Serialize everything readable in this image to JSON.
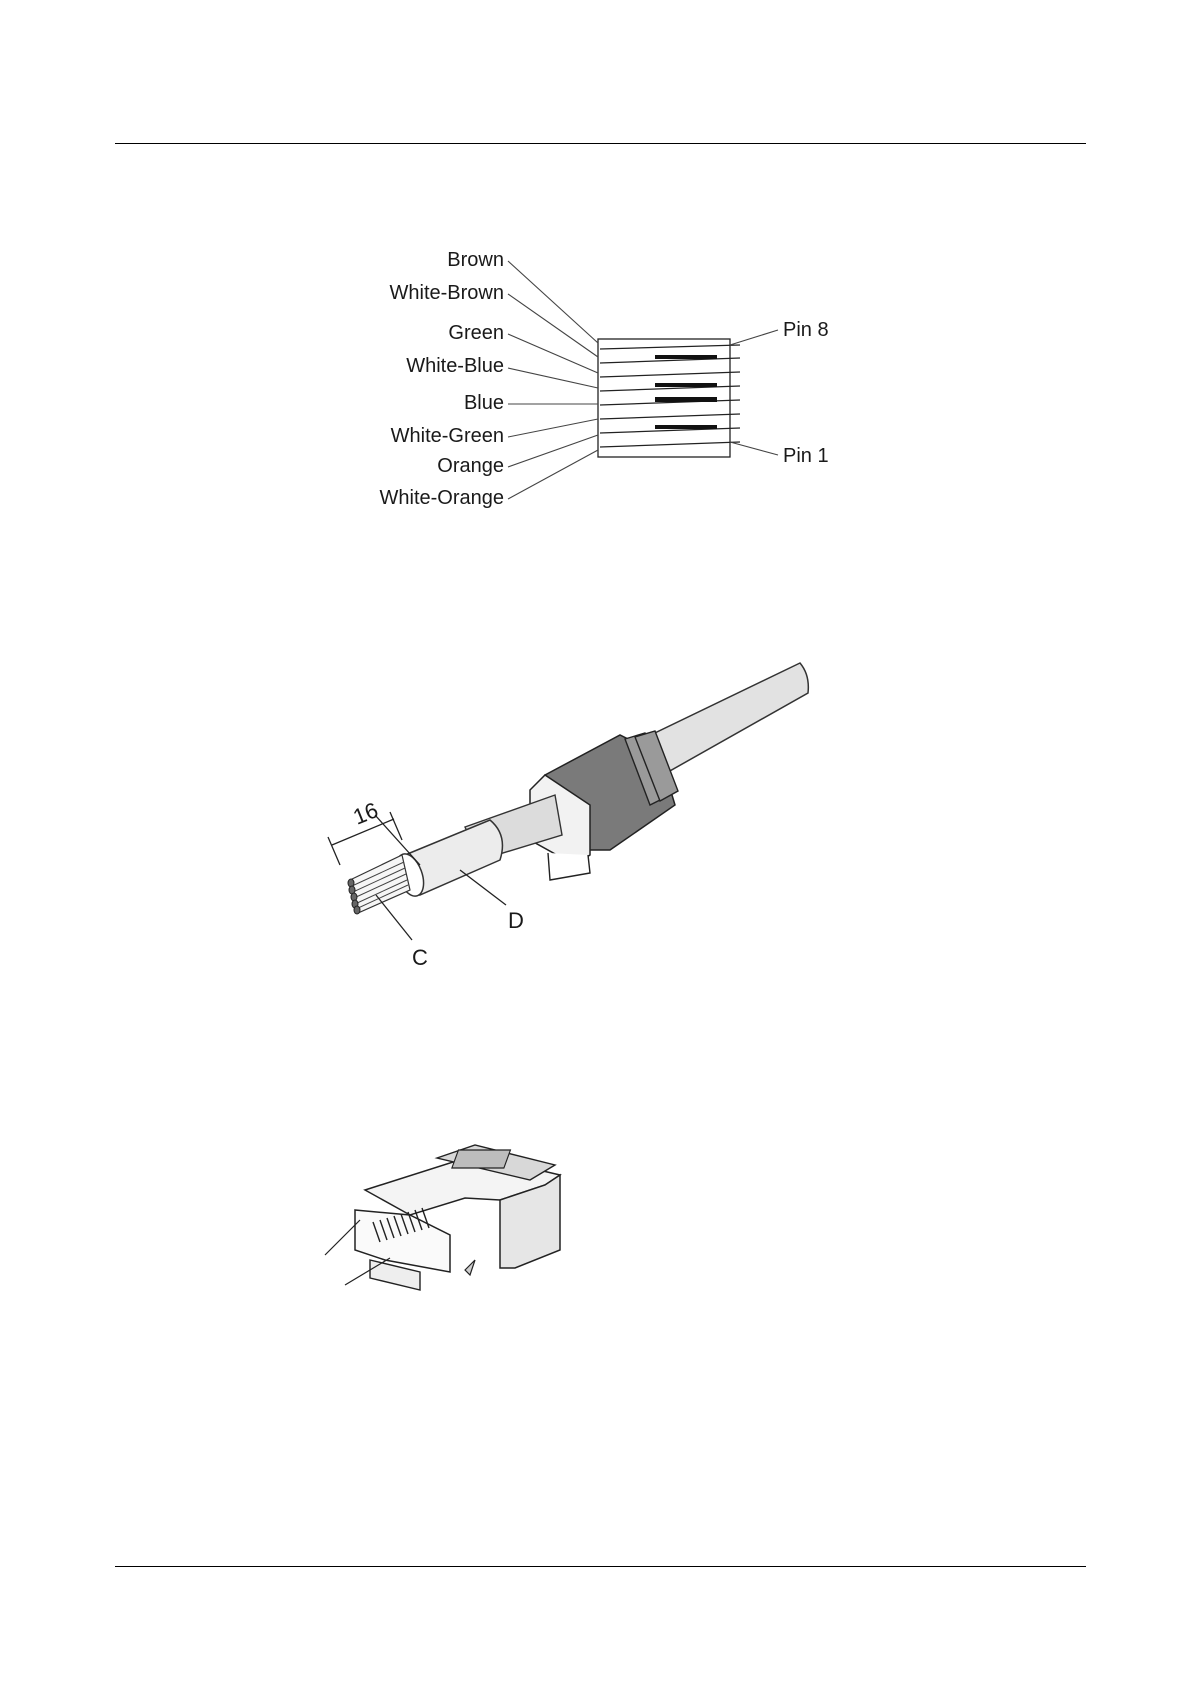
{
  "wiring_diagram": {
    "wires": [
      {
        "label": "Brown"
      },
      {
        "label": "White-Brown"
      },
      {
        "label": "Green"
      },
      {
        "label": "White-Blue"
      },
      {
        "label": "Blue"
      },
      {
        "label": "White-Green"
      },
      {
        "label": "Orange"
      },
      {
        "label": "White-Orange"
      }
    ],
    "pin_labels": {
      "top": "Pin 8",
      "bottom": "Pin 1"
    }
  },
  "cable_figure": {
    "dimension": "16",
    "callout_c": "C",
    "callout_d": "D"
  },
  "plug_figure": {}
}
